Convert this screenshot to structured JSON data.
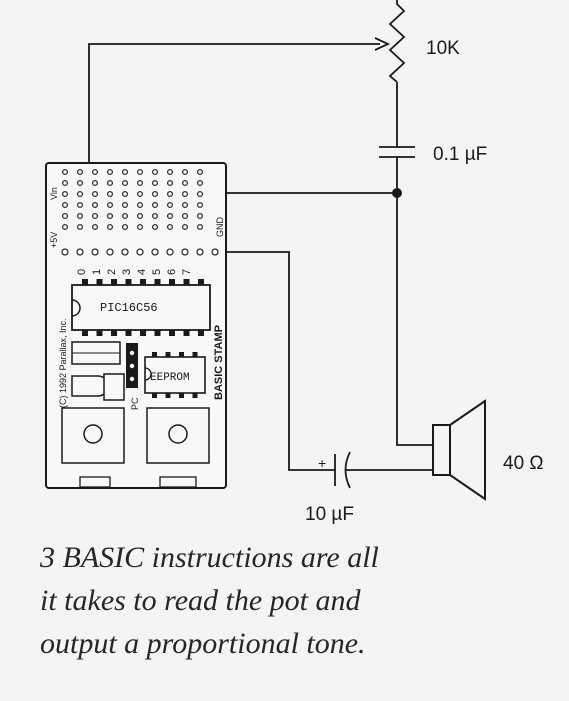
{
  "components": {
    "pot_label": "10K",
    "cap_small_label": "0.1 µF",
    "cap_large_label": "10 µF",
    "speaker_label": "40 Ω"
  },
  "board": {
    "vin_label": "Vin",
    "gnd_label": "GND",
    "plus5v_label": "+5V",
    "pin_labels": [
      "0",
      "1",
      "2",
      "3",
      "4",
      "5",
      "6",
      "7"
    ],
    "chip_label": "PIC16C56",
    "eeprom_label": "EEPROM",
    "copyright_label": "(C) 1992 Parallax, Inc.",
    "board_name": "BASIC STAMP",
    "pc_label": "PC"
  },
  "caption": {
    "lines": [
      "3 BASIC instructions are all",
      "it takes to read the pot and",
      "output a proportional tone."
    ]
  }
}
